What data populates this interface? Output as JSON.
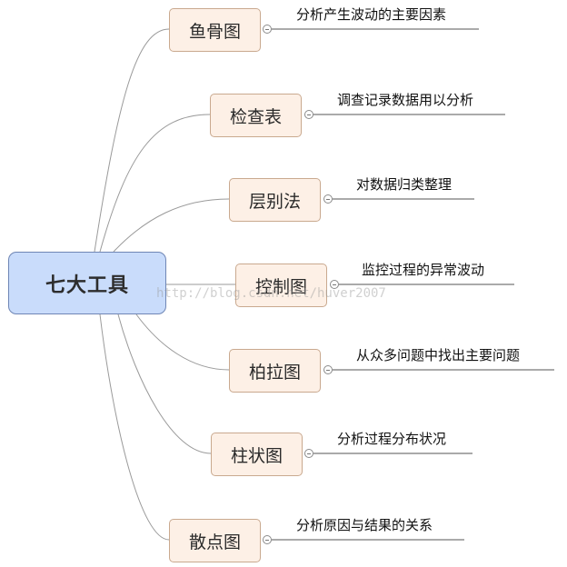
{
  "central": {
    "label": "七大工具"
  },
  "branches": [
    {
      "label": "鱼骨图",
      "note": "分析产生波动的主要因素"
    },
    {
      "label": "检查表",
      "note": "调查记录数据用以分析"
    },
    {
      "label": "层别法",
      "note": "对数据归类整理"
    },
    {
      "label": "控制图",
      "note": "监控过程的异常波动"
    },
    {
      "label": "柏拉图",
      "note": "从众多问题中找出主要问题"
    },
    {
      "label": "柱状图",
      "note": "分析过程分布状况"
    },
    {
      "label": "散点图",
      "note": "分析原因与结果的关系"
    }
  ],
  "watermark": "http://blog.csdn.net/huver2007"
}
